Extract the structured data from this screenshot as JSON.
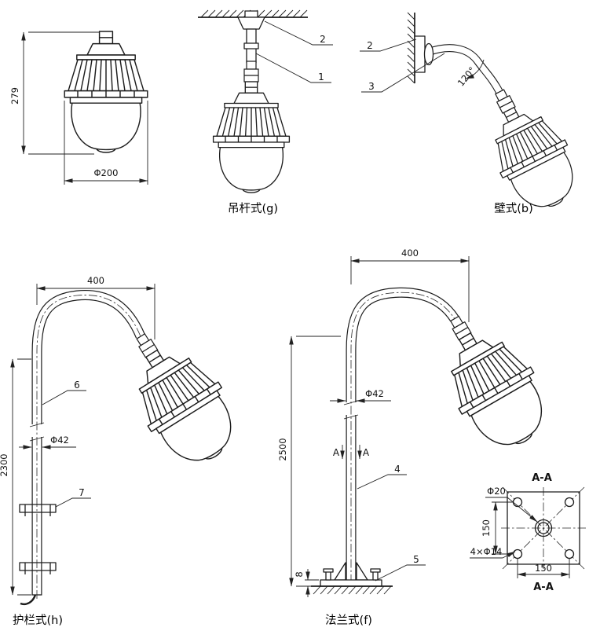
{
  "drawing": {
    "outline_view": {
      "height_dim": "279",
      "diameter_dim": "Φ200"
    },
    "pendant_view": {
      "caption": "吊杆式(g)",
      "rod_label": "1",
      "plate_label": "2"
    },
    "wall_view": {
      "caption": "壁式(b)",
      "plate_label": "2",
      "arm_label": "3",
      "bend_angle": "120°"
    },
    "guardrail_view": {
      "caption": "护栏式(h)",
      "reach_dim": "400",
      "height_dim": "2300",
      "pipe_dim": "Φ42",
      "pole_label": "6",
      "clamp_label": "7"
    },
    "flange_view": {
      "caption": "法兰式(f)",
      "reach_dim": "400",
      "height_dim": "2500",
      "pipe_dim": "Φ42",
      "plate_thickness_dim": "8",
      "pole_label": "4",
      "base_label": "5",
      "section_letter": "A"
    },
    "section_view": {
      "title": "A-A",
      "footer": "A-A",
      "center_hole_dim": "Φ20",
      "bolt_hole_dim": "4×Φ14",
      "height_dim": "150",
      "width_dim": "150"
    }
  }
}
